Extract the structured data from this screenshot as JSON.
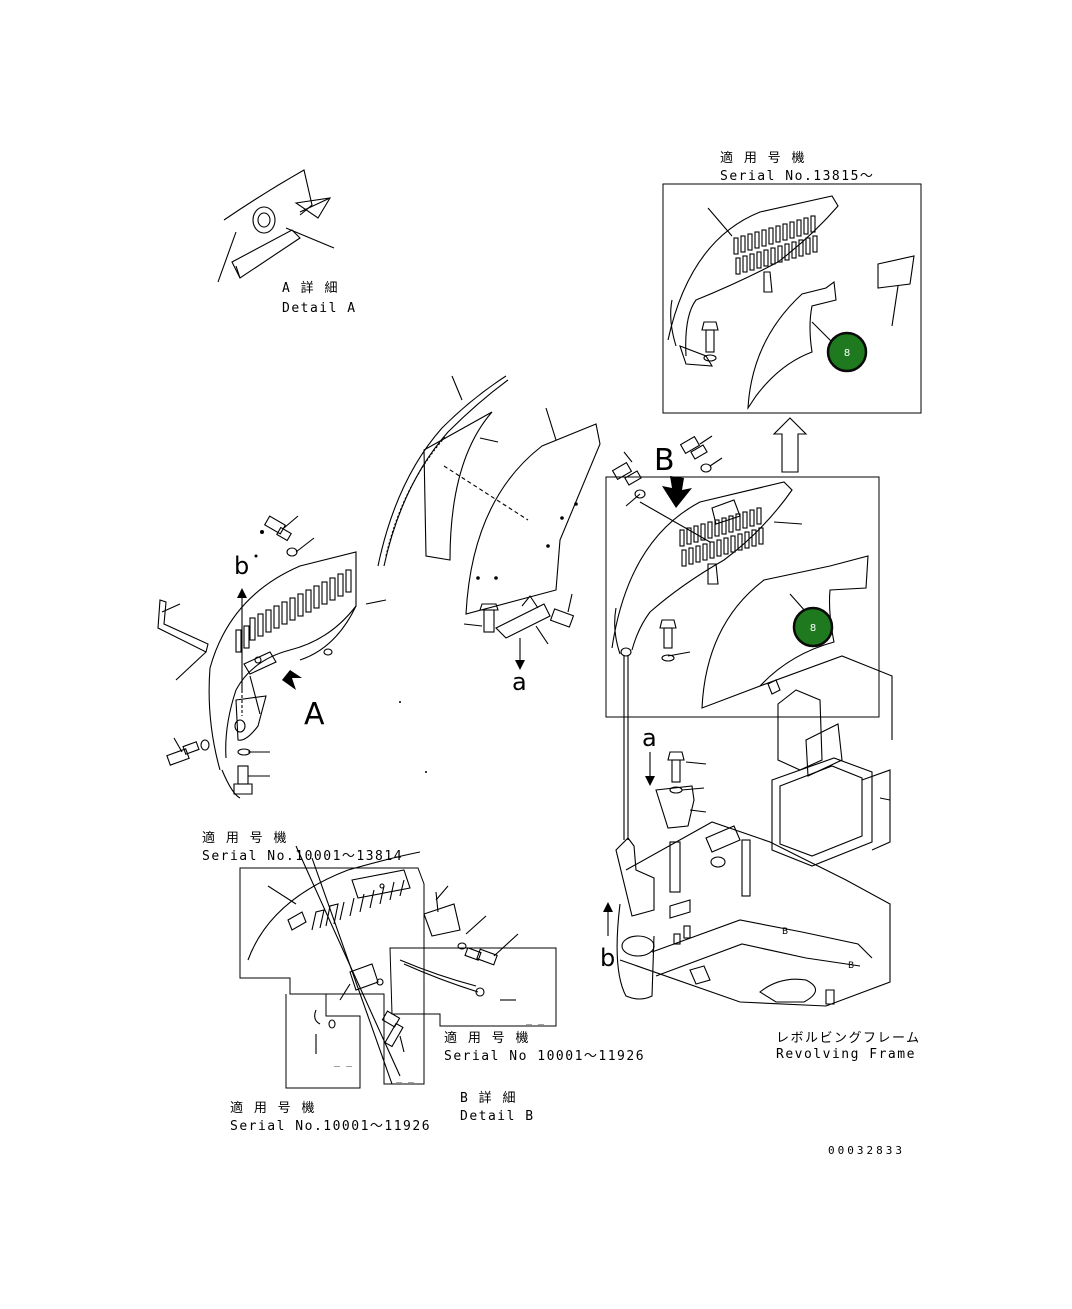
{
  "labels": {
    "detail_a_jp": "A 詳 細",
    "detail_a_en": "Detail A",
    "serial_top_jp": "適 用 号 機",
    "serial_top_en": "Serial No.13815～",
    "letter_a_big": "A",
    "letter_b_big": "B",
    "letter_a_small_1": "a",
    "letter_a_small_2": "a",
    "letter_b_small_1": "b",
    "letter_b_small_2": "b",
    "serial_left_jp": "適 用 号 機",
    "serial_left_en": "Serial No.10001～13814",
    "serial_mid_jp": "適 用 号 機",
    "serial_mid_en": "Serial No 10001～11926",
    "serial_bottom_jp": "適 用 号 機",
    "serial_bottom_en": "Serial No.10001～11926",
    "detail_b_jp": "B 詳 細",
    "detail_b_en": "Detail B",
    "revolving_jp": "レボルビングフレーム",
    "revolving_en": "Revolving Frame",
    "drawing_number": "00032833"
  },
  "callouts": [
    {
      "label": "8",
      "color": "#1f7a1f"
    },
    {
      "label": "8",
      "color": "#1f7a1f"
    }
  ]
}
